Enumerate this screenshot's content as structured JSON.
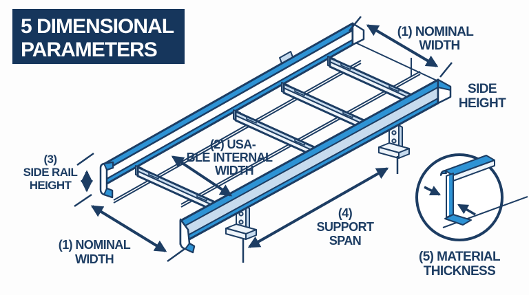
{
  "title": {
    "line1": "5 DIMENSIONAL",
    "line2": "PARAMETERS"
  },
  "labels": {
    "nominal_width_top": {
      "line1": "(1) NOMINAL",
      "line2": "WIDTH"
    },
    "side_height": {
      "line1": "SIDE",
      "line2": "HEIGHT"
    },
    "usable_internal_width": {
      "line1": "(2) USA-",
      "line2": "BLE INTERNAL",
      "line3": "WIDTH"
    },
    "side_rail_height": {
      "line1": "(3)",
      "line2": "SIDE RAIL",
      "line3": "HEIGHT"
    },
    "nominal_width_bottom": {
      "line1": "(1) NOMINAL",
      "line2": "WIDTH"
    },
    "support_span": {
      "line1": "(4)",
      "line2": "SUPPORT",
      "line3": "SPAN"
    },
    "material_thickness": {
      "line1": "(5) MATERIAL",
      "line2": "THICKNESS"
    }
  },
  "diagram": {
    "subject": "cable ladder tray isometric view",
    "rung_count": 4,
    "support_bracket_count": 2,
    "detail_view": "C-channel side-rail cross-section in magnifier circle"
  },
  "colors": {
    "navy": "#1d3d63",
    "bright_blue": "#2e93d5",
    "light_blue": "#c7dbee",
    "pale_blue": "#eef4fa",
    "slot_blue": "#a9c8e2",
    "title_bg": "#16365c",
    "text_on_dark": "#ffffff",
    "background": "#fdfdfd"
  }
}
